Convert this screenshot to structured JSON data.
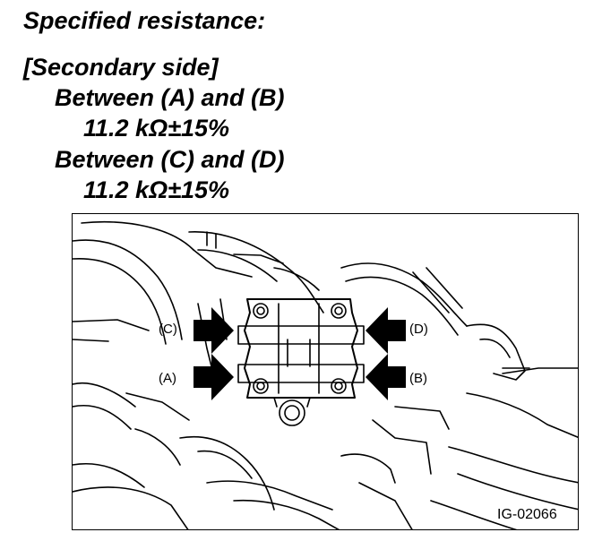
{
  "spec": {
    "title": "Specified resistance:",
    "section": "[Secondary side]",
    "pairs": [
      {
        "label": "Between (A) and (B)",
        "value": "11.2 kΩ±15%"
      },
      {
        "label": "Between (C) and (D)",
        "value": "11.2 kΩ±15%"
      }
    ]
  },
  "figure": {
    "labels": {
      "a": "(A)",
      "b": "(B)",
      "c": "(C)",
      "d": "(D)"
    },
    "id": "IG-02066"
  }
}
